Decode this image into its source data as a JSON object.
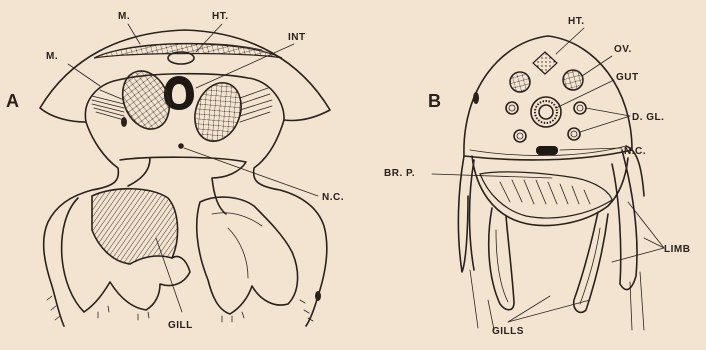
{
  "figure_a": {
    "panel_letter": "A",
    "labels": {
      "m_top": "M.",
      "m_left": "M.",
      "ht": "HT.",
      "int": "INT",
      "nc": "N.C.",
      "gill": "GILL"
    }
  },
  "figure_b": {
    "panel_letter": "B",
    "labels": {
      "ht": "HT.",
      "ov": "OV.",
      "gut": "GUT",
      "dgl": "D. GL.",
      "nc": "N.C.",
      "brp": "BR. P.",
      "limb": "LIMB",
      "gills": "GILLS"
    }
  },
  "colors": {
    "paper": "#f3e4d2",
    "ink": "#2a211b"
  }
}
